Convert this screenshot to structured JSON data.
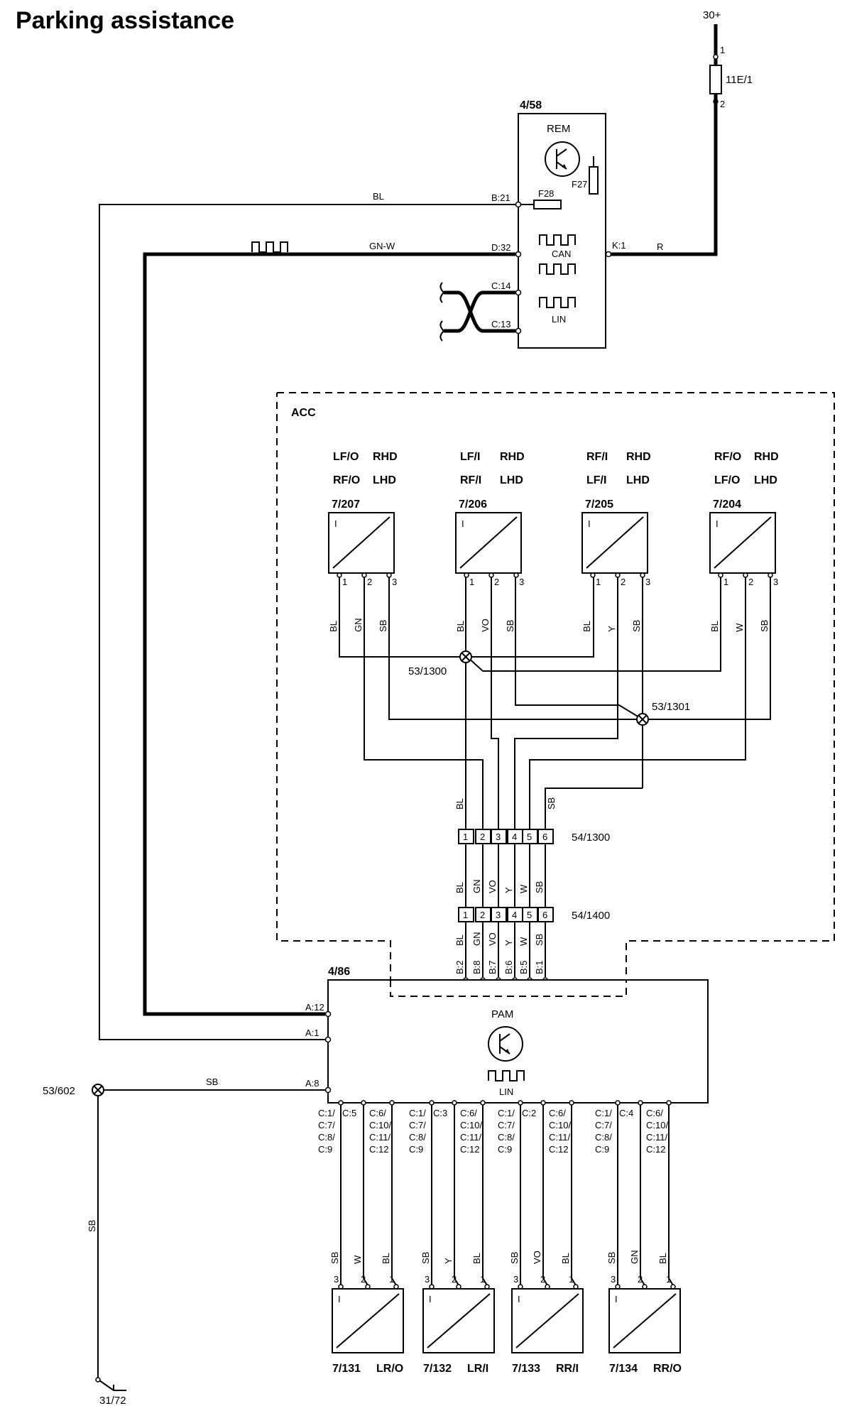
{
  "title": "Parking assistance",
  "supply": {
    "label": "30+",
    "fuse": "11E/1",
    "pin1": "1",
    "pin2": "2"
  },
  "rem": {
    "id": "4/58",
    "name": "REM",
    "fuse_a": "F27",
    "fuse_b": "F28",
    "can": "CAN",
    "lin": "LIN",
    "pins": {
      "b21": "B:21",
      "d32": "D:32",
      "c14": "C:14",
      "c13": "C:13",
      "k1": "K:1"
    },
    "wire_bl": "BL",
    "wire_gnw": "GN-W",
    "wire_r": "R"
  },
  "acc": {
    "label": "ACC",
    "sensors": [
      {
        "id": "7/207",
        "pos1": "LF/O",
        "hd1": "RHD",
        "pos2": "RF/O",
        "hd2": "LHD",
        "wires": [
          "BL",
          "GN",
          "SB"
        ]
      },
      {
        "id": "7/206",
        "pos1": "LF/I",
        "hd1": "RHD",
        "pos2": "RF/I",
        "hd2": "LHD",
        "wires": [
          "BL",
          "VO",
          "SB"
        ]
      },
      {
        "id": "7/205",
        "pos1": "RF/I",
        "hd1": "RHD",
        "pos2": "LF/I",
        "hd2": "LHD",
        "wires": [
          "BL",
          "Y",
          "SB"
        ]
      },
      {
        "id": "7/204",
        "pos1": "RF/O",
        "hd1": "RHD",
        "pos2": "LF/O",
        "hd2": "LHD",
        "wires": [
          "BL",
          "W",
          "SB"
        ]
      }
    ],
    "pin_nums": [
      "1",
      "2",
      "3"
    ],
    "splice_a": "53/1300",
    "splice_b": "53/1301",
    "bus_bl": "BL",
    "bus_sb": "SB"
  },
  "connectors": [
    {
      "id": "54/1300",
      "pins": [
        "1",
        "2",
        "3",
        "4",
        "5",
        "6"
      ]
    },
    {
      "id": "54/1400",
      "pins": [
        "1",
        "2",
        "3",
        "4",
        "5",
        "6"
      ]
    }
  ],
  "mid_wires": [
    "BL",
    "GN",
    "VO",
    "Y",
    "W",
    "SB"
  ],
  "pam_wires": [
    "BL",
    "GN",
    "VO",
    "Y",
    "W",
    "SB"
  ],
  "pam_pins_b": [
    "B:2",
    "B:8",
    "B:7",
    "B:6",
    "B:5",
    "B:1"
  ],
  "pam": {
    "id": "4/86",
    "name": "PAM",
    "lin": "LIN",
    "pins": {
      "a12": "A:12",
      "a1": "A:1",
      "a8": "A:8"
    },
    "wire_sb": "SB"
  },
  "ground": {
    "splice": "53/602",
    "wire": "SB",
    "point": "31/72"
  },
  "rear_sensors": [
    {
      "id": "7/131",
      "pos": "LR/O",
      "pinsL": [
        "C:1/",
        "C:7/",
        "C:8/",
        "C:9"
      ],
      "pinM": "C:5",
      "pinsR": [
        "C:6/",
        "C:10/",
        "C:11/",
        "C:12"
      ],
      "wires": [
        "SB",
        "W",
        "BL"
      ]
    },
    {
      "id": "7/132",
      "pos": "LR/I",
      "pinsL": [
        "C:1/",
        "C:7/",
        "C:8/",
        "C:9"
      ],
      "pinM": "C:3",
      "pinsR": [
        "C:6/",
        "C:10/",
        "C:11/",
        "C:12"
      ],
      "wires": [
        "SB",
        "Y",
        "BL"
      ]
    },
    {
      "id": "7/133",
      "pos": "RR/I",
      "pinsL": [
        "C:1/",
        "C:7/",
        "C:8/",
        "C:9"
      ],
      "pinM": "C:2",
      "pinsR": [
        "C:6/",
        "C:10/",
        "C:11/",
        "C:12"
      ],
      "wires": [
        "SB",
        "VO",
        "BL"
      ]
    },
    {
      "id": "7/134",
      "pos": "RR/O",
      "pinsL": [
        "C:1/",
        "C:7/",
        "C:8/",
        "C:9"
      ],
      "pinM": "C:4",
      "pinsR": [
        "C:6/",
        "C:10/",
        "C:11/",
        "C:12"
      ],
      "wires": [
        "SB",
        "GN",
        "BL"
      ]
    }
  ],
  "rear_pin_nums": [
    "3",
    "2",
    "1"
  ],
  "sensor_mark": "I"
}
